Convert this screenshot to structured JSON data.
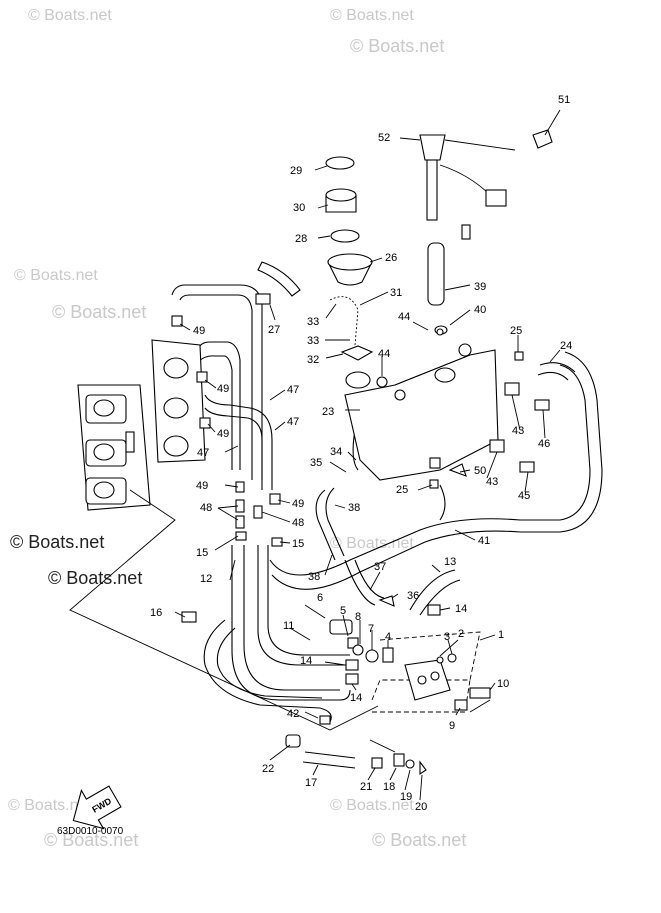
{
  "watermark": "© Boats.net",
  "diagram_code": "63D0010-0070",
  "direction_label": "FWD",
  "callouts": {
    "c1": "1",
    "c2": "2",
    "c3": "3",
    "c4": "4",
    "c5": "5",
    "c6": "6",
    "c7": "7",
    "c8": "8",
    "c9": "9",
    "c10": "10",
    "c11": "11",
    "c12": "12",
    "c13": "13",
    "c14a": "14",
    "c14b": "14",
    "c14c": "14",
    "c15a": "15",
    "c15b": "15",
    "c16": "16",
    "c17": "17",
    "c18": "18",
    "c19": "19",
    "c20": "20",
    "c21": "21",
    "c22": "22",
    "c23": "23",
    "c25a": "25",
    "c25b": "25",
    "c26": "26",
    "c27": "27",
    "c28": "28",
    "c29": "29",
    "c30": "30",
    "c31": "31",
    "c32": "32",
    "c33a": "33",
    "c33b": "33",
    "c34": "34",
    "c35": "35",
    "c36": "36",
    "c37": "37",
    "c38a": "38",
    "c38b": "38",
    "c39": "39",
    "c40": "40",
    "c41": "41",
    "c42": "42",
    "c43a": "43",
    "c43b": "43",
    "c44a": "44",
    "c44b": "44",
    "c45": "45",
    "c46": "46",
    "c47a": "47",
    "c47b": "47",
    "c47c": "47",
    "c48a": "48",
    "c48b": "48",
    "c49a": "49",
    "c49b": "49",
    "c49c": "49",
    "c49d": "49",
    "c49e": "49",
    "c50": "50",
    "c51": "51",
    "c52": "52",
    "c24": "24"
  }
}
